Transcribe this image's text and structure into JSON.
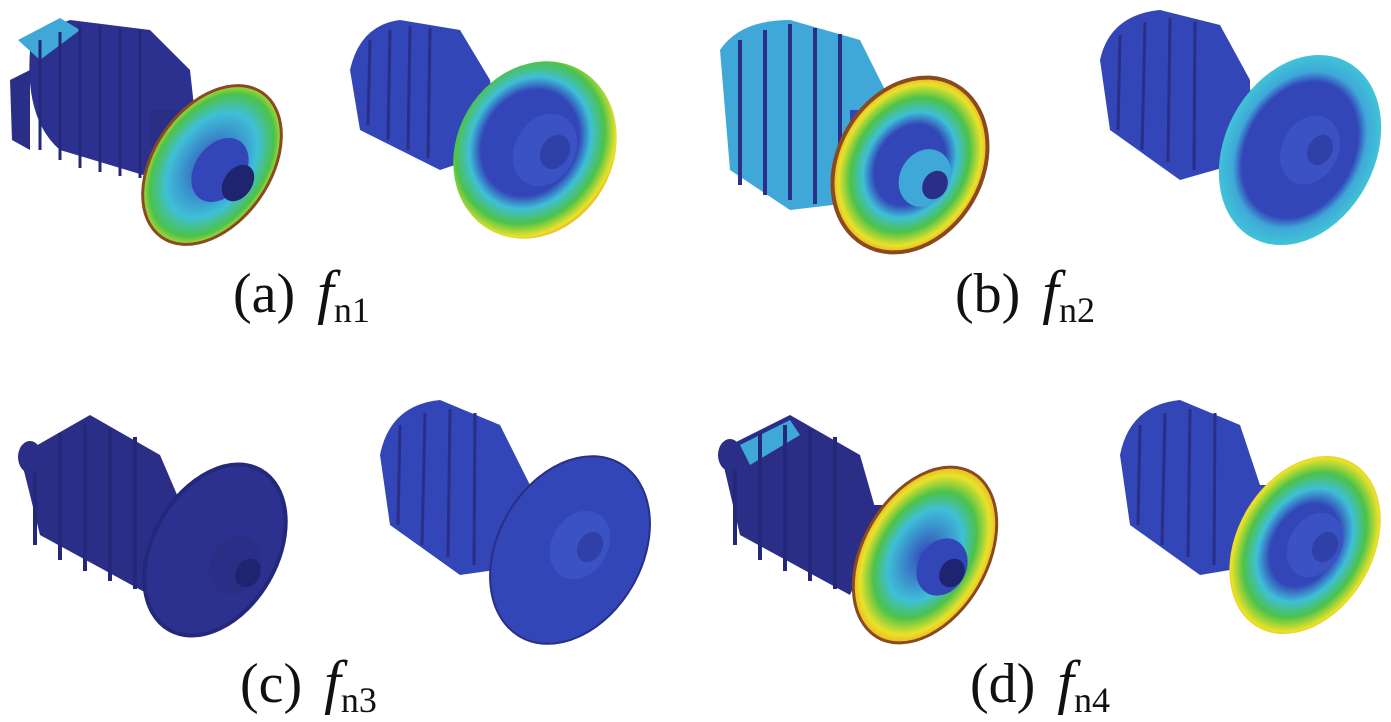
{
  "colors": {
    "rotor_dark": "#2a2e86",
    "rotor_mid": "#3346b8",
    "rotor_light": "#4a66d6",
    "blade_cyan": "#3fa8d8",
    "blade_dark": "#23287a",
    "mode_red": "#d8261c",
    "mode_orange": "#f19a1d",
    "mode_yellow": "#e9e22a",
    "mode_green": "#4cc24a",
    "mode_cyan": "#3fbfd8"
  },
  "panels": [
    {
      "id": "a",
      "label": "(a)",
      "symbol": "f",
      "subscript": "n1"
    },
    {
      "id": "b",
      "label": "(b)",
      "symbol": "f",
      "subscript": "n2"
    },
    {
      "id": "c",
      "label": "(c)",
      "symbol": "f",
      "subscript": "n3"
    },
    {
      "id": "d",
      "label": "(d)",
      "symbol": "f",
      "subscript": "n4"
    }
  ]
}
